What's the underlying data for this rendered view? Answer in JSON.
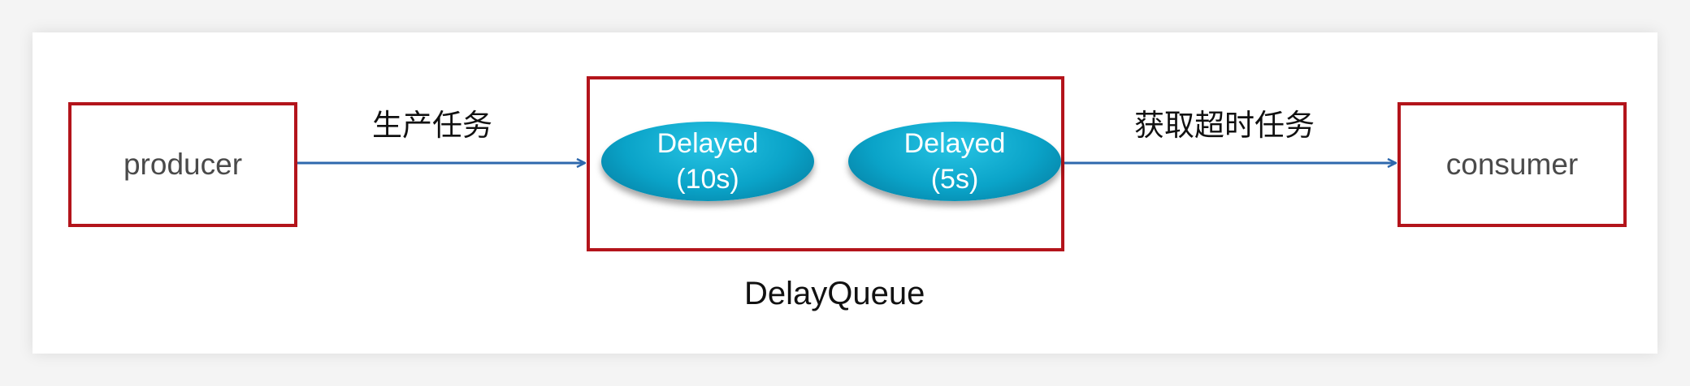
{
  "nodes": {
    "producer": "producer",
    "consumer": "consumer",
    "queue": "DelayQueue"
  },
  "edges": {
    "produce": "生产任务",
    "fetch": "获取超时任务"
  },
  "tasks": [
    {
      "name": "Delayed",
      "delay": "(10s)"
    },
    {
      "name": "Delayed",
      "delay": "(5s)"
    }
  ],
  "colors": {
    "box_border": "#b3141b",
    "arrow": "#2e68ad",
    "task_fill": "#0aa3c8"
  }
}
